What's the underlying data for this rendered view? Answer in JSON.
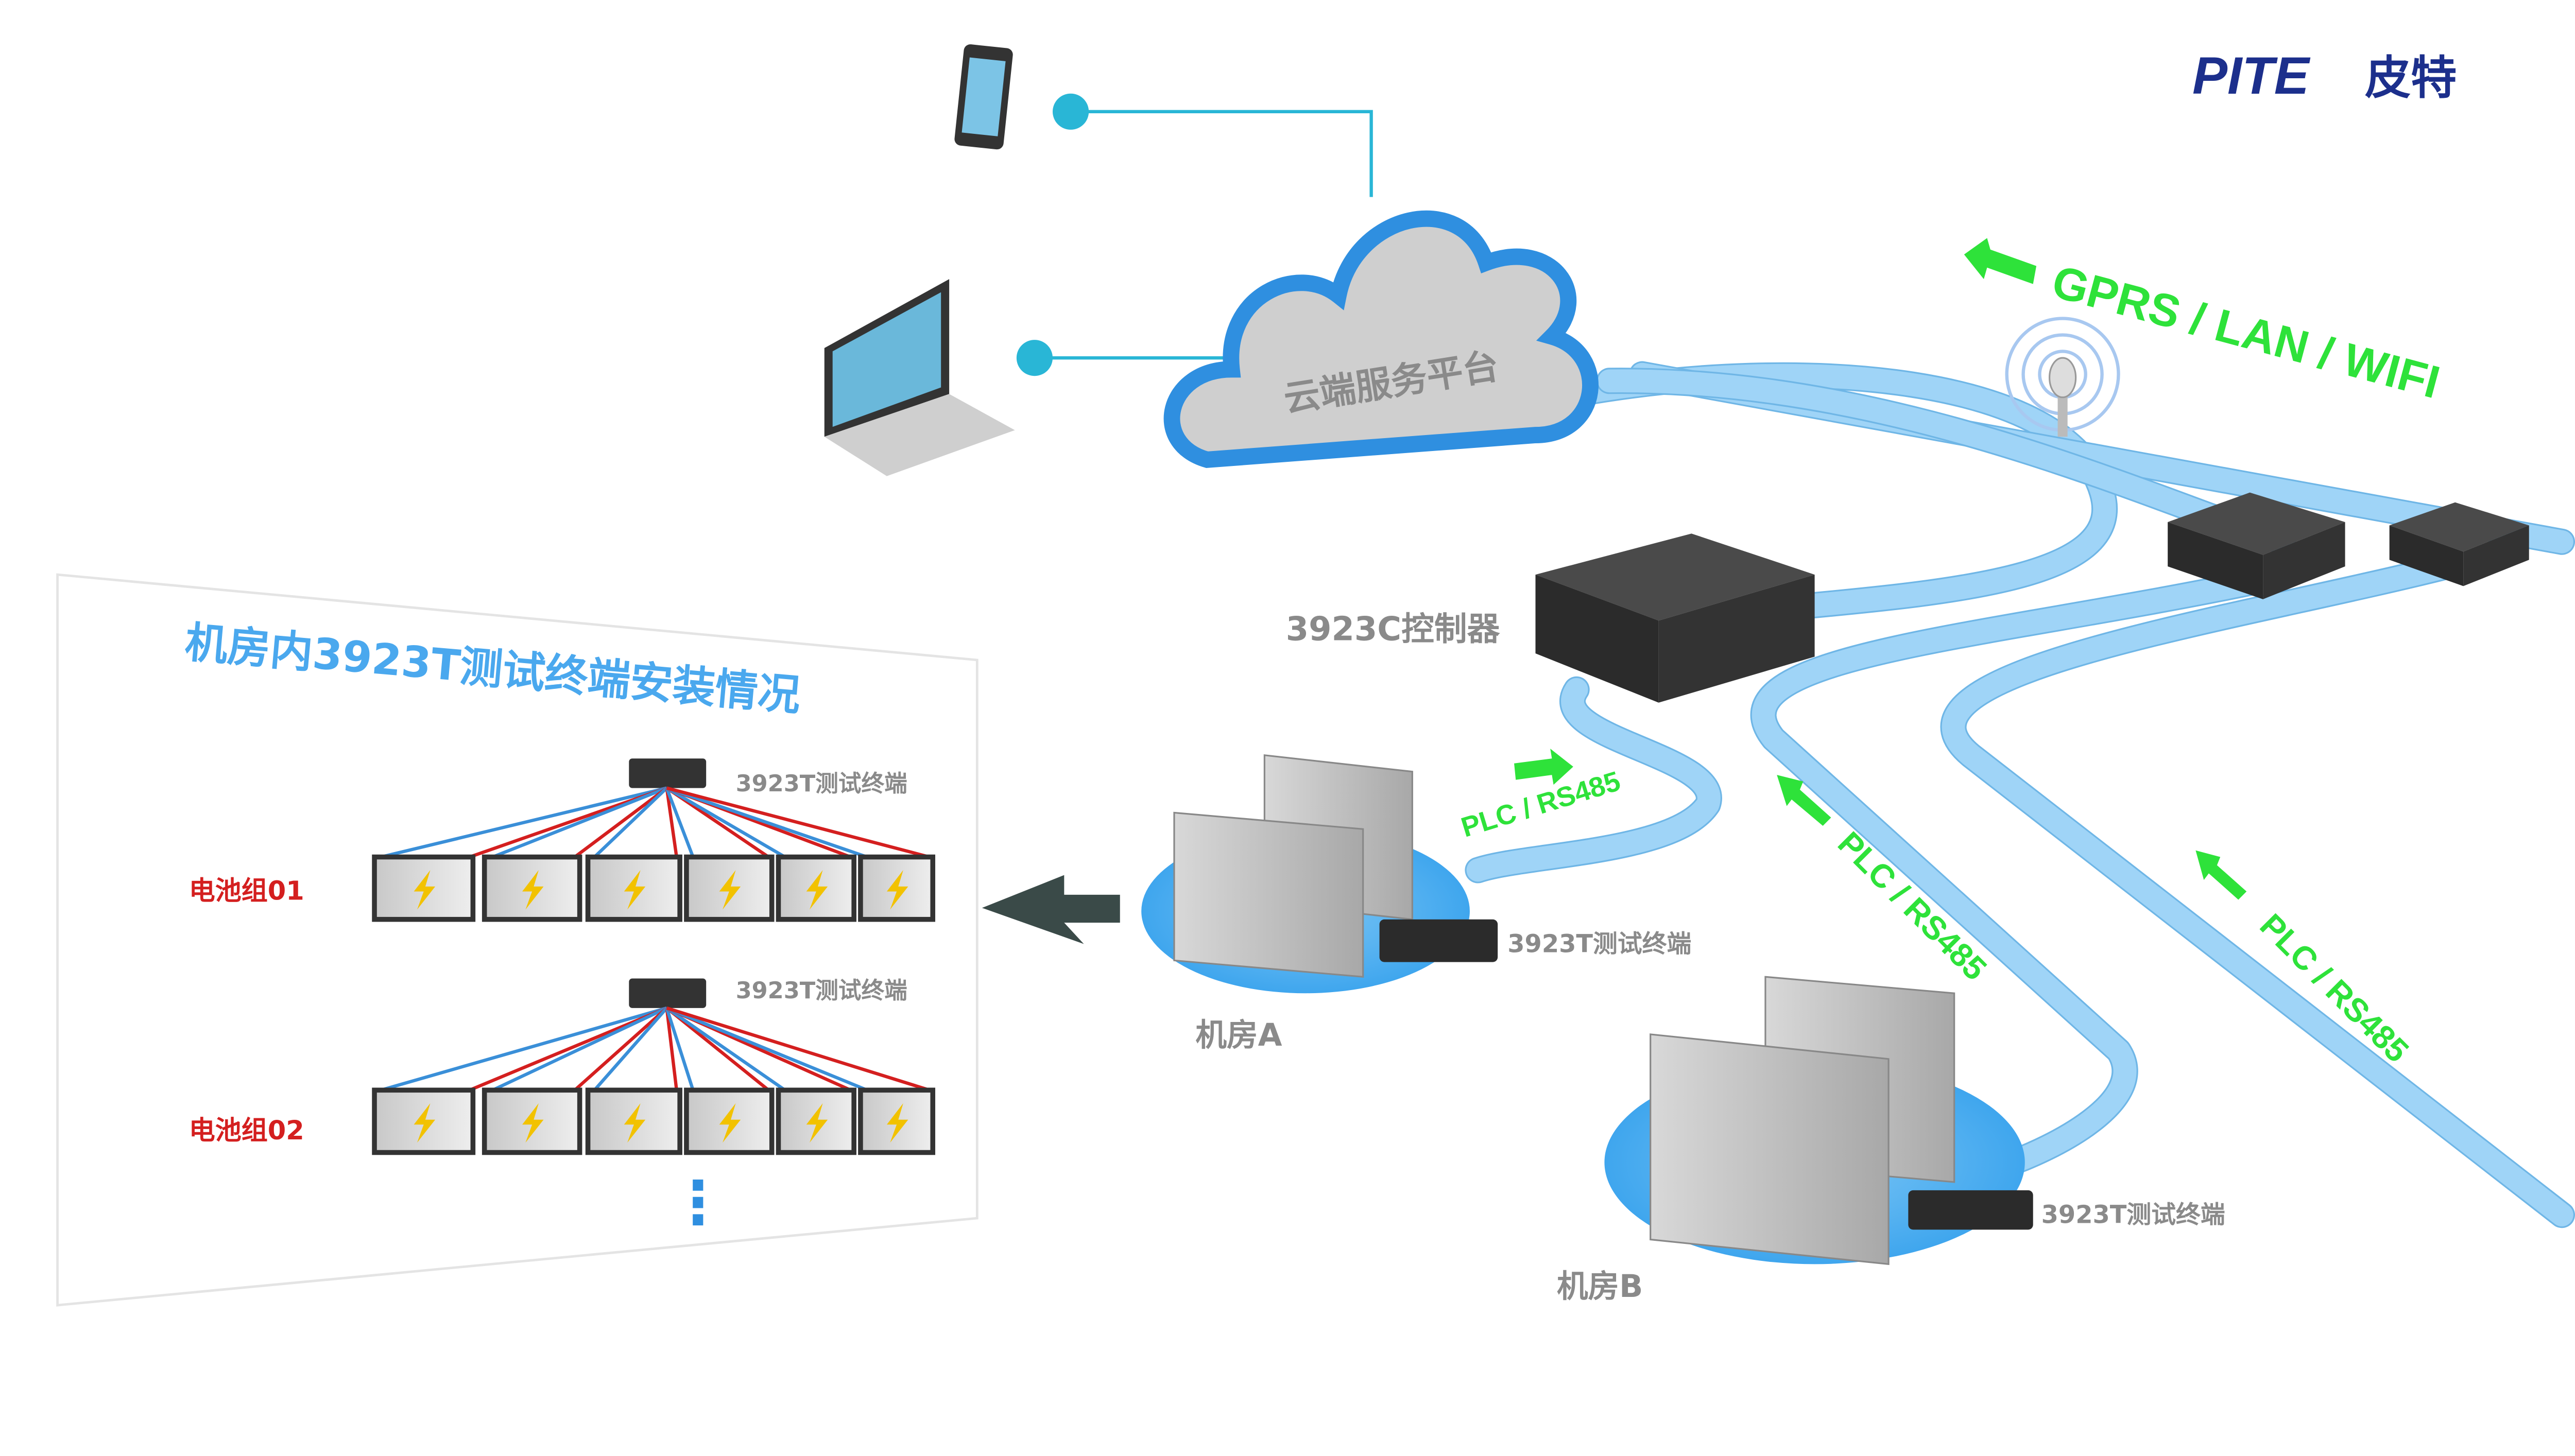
{
  "logo": {
    "brand": "PITE",
    "brand_cn": "皮特"
  },
  "cloud": {
    "label": "云端服务平台"
  },
  "network": {
    "uplink_label": "GPRS / LAN / WIFI",
    "bus_label_a": "PLC / RS485",
    "bus_label_b": "PLC / RS485",
    "bus_label_c": "PLC / RS485"
  },
  "controller": {
    "label": "3923C控制器"
  },
  "room_a": {
    "label": "机房A",
    "terminal_label": "3923T测试终端"
  },
  "room_b": {
    "label": "机房B",
    "terminal_label": "3923T测试终端"
  },
  "panel": {
    "title": "机房内3923T测试终端安装情况",
    "groups": [
      {
        "label": "电池组01",
        "terminal_label": "3923T测试终端"
      },
      {
        "label": "电池组02",
        "terminal_label": "3923T测试终端"
      }
    ],
    "more_indicator": "⋮"
  },
  "colors": {
    "accent_blue": "#4aa8ee",
    "signal_green": "#2ee23a",
    "brand_navy": "#1c2f8c",
    "group_red": "#d41f1f",
    "link_cyan": "#29b6d6"
  }
}
